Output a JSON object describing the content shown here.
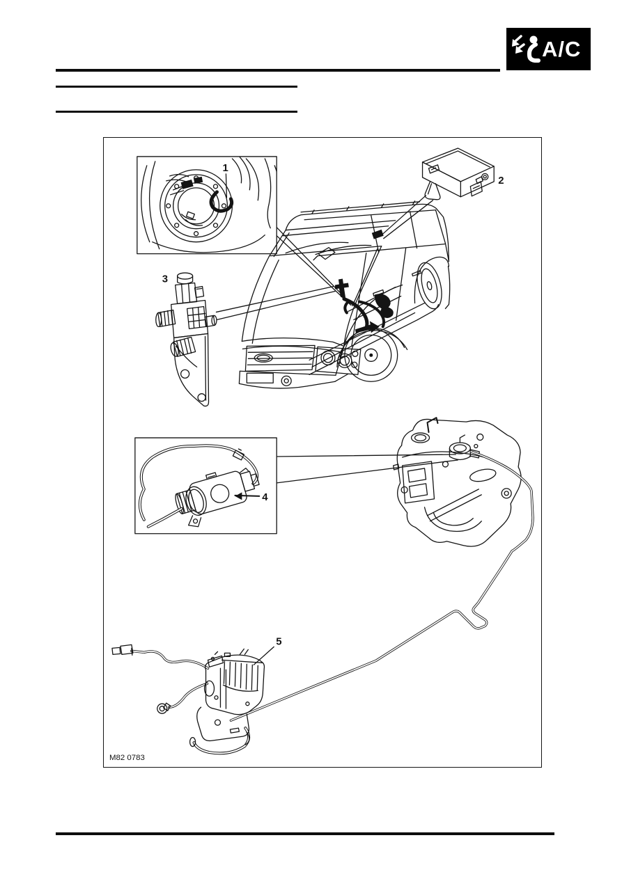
{
  "header": {
    "badge": {
      "label": "A/C",
      "icon": "hvac-vent-person-icon",
      "bg_color": "#000000",
      "text_color": "#ffffff"
    }
  },
  "figure": {
    "code": "M82 0783",
    "callouts": {
      "c1": "1",
      "c2": "2",
      "c3": "3",
      "c4": "4",
      "c5": "5"
    },
    "line_color": "#141414"
  }
}
